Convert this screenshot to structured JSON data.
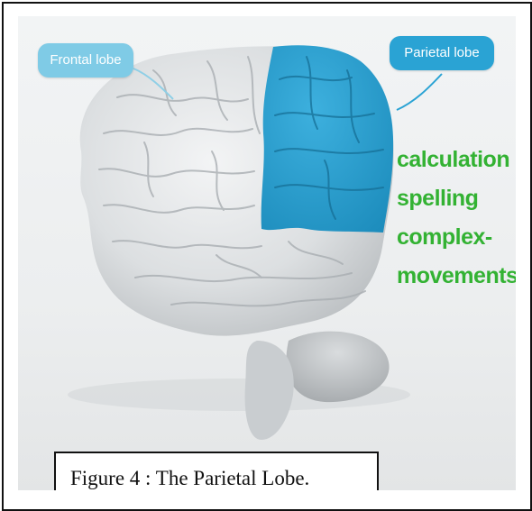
{
  "labels": {
    "frontal": "Frontal lobe",
    "parietal": "Parietal lobe"
  },
  "functions": [
    "calculation",
    "spelling",
    "complex-",
    "movements"
  ],
  "caption": "Figure 4 : The Parietal Lobe.",
  "colors": {
    "parietal_highlight": "#2ba0cf",
    "brain_gray": "#dde0e2",
    "function_text": "#33b233",
    "frontal_pill": "#7fcbe6",
    "parietal_pill": "#2aa3d4"
  }
}
